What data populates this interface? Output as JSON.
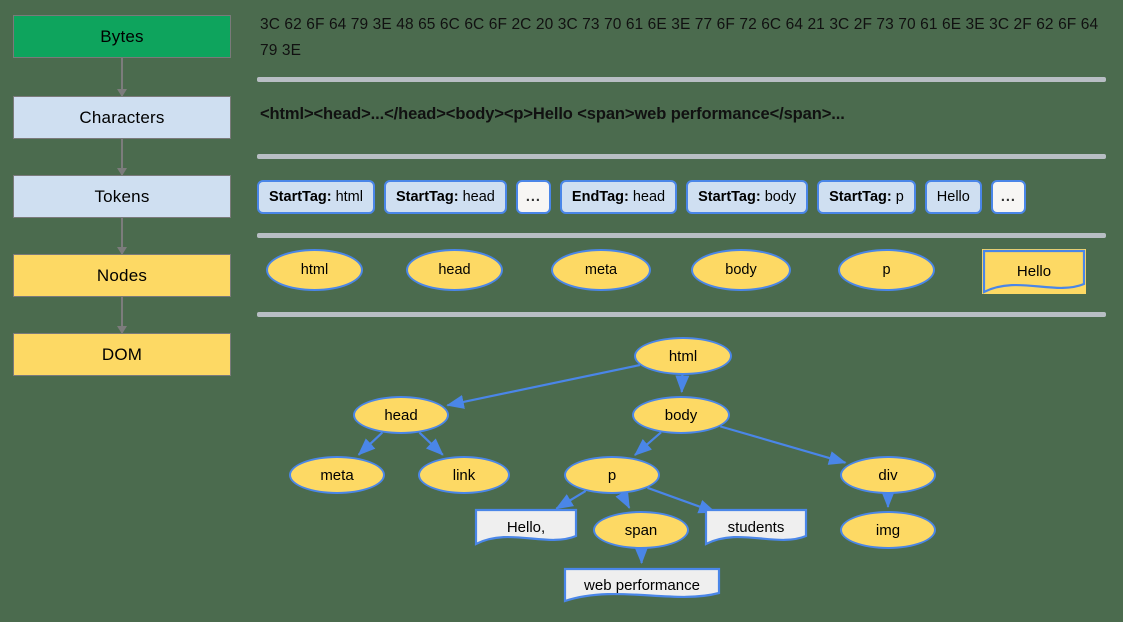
{
  "theme": {
    "background": "#4b6b4e",
    "green": "#0ea45d",
    "light_blue": "#cfdff1",
    "yellow": "#fdd964",
    "node_border": "#4a86e8",
    "separator": "#b8bec4",
    "arrow_gray": "#7c7c7c",
    "doc_white": "#efefef"
  },
  "pipeline": {
    "steps": [
      {
        "label": "Bytes",
        "style": "green"
      },
      {
        "label": "Characters",
        "style": "blue"
      },
      {
        "label": "Tokens",
        "style": "blue"
      },
      {
        "label": "Nodes",
        "style": "yellow"
      },
      {
        "label": "DOM",
        "style": "yellow"
      }
    ]
  },
  "bytes": {
    "text": "3C 62 6F 64 79 3E 48 65 6C 6C 6F 2C 20 3C 73 70 61 6E 3E 77 6F 72 6C 64 21 3C 2F 73 70 61 6E 3E 3C 2F 62 6F 64 79 3E"
  },
  "characters": {
    "text": "<html><head>...</head><body><p>Hello <span>web performance</span>..."
  },
  "tokens": {
    "items": [
      {
        "kind": "StartTag:",
        "value": "html",
        "plain": false
      },
      {
        "kind": "StartTag:",
        "value": "head",
        "plain": false
      },
      {
        "kind": "",
        "value": "...",
        "plain": true
      },
      {
        "kind": "EndTag:",
        "value": "head",
        "plain": false
      },
      {
        "kind": "StartTag:",
        "value": "body",
        "plain": false
      },
      {
        "kind": "StartTag:",
        "value": "p",
        "plain": false
      },
      {
        "kind": "",
        "value": "Hello",
        "plain": false
      },
      {
        "kind": "",
        "value": "...",
        "plain": true
      }
    ]
  },
  "nodes": {
    "items": [
      {
        "label": "html",
        "shape": "ellipse"
      },
      {
        "label": "head",
        "shape": "ellipse"
      },
      {
        "label": "meta",
        "shape": "ellipse"
      },
      {
        "label": "body",
        "shape": "ellipse"
      },
      {
        "label": "p",
        "shape": "ellipse"
      },
      {
        "label": "Hello",
        "shape": "document"
      }
    ]
  },
  "dom_tree": {
    "nodes": [
      {
        "id": "html",
        "label": "html",
        "shape": "ellipse"
      },
      {
        "id": "head",
        "label": "head",
        "shape": "ellipse"
      },
      {
        "id": "body",
        "label": "body",
        "shape": "ellipse"
      },
      {
        "id": "meta",
        "label": "meta",
        "shape": "ellipse"
      },
      {
        "id": "link",
        "label": "link",
        "shape": "ellipse"
      },
      {
        "id": "p",
        "label": "p",
        "shape": "ellipse"
      },
      {
        "id": "div",
        "label": "div",
        "shape": "ellipse"
      },
      {
        "id": "span",
        "label": "span",
        "shape": "ellipse"
      },
      {
        "id": "img",
        "label": "img",
        "shape": "ellipse"
      },
      {
        "id": "hello",
        "label": "Hello,",
        "shape": "document"
      },
      {
        "id": "students",
        "label": "students",
        "shape": "document"
      },
      {
        "id": "webperformance",
        "label": "web performance",
        "shape": "document"
      }
    ],
    "edges": [
      [
        "html",
        "head"
      ],
      [
        "html",
        "body"
      ],
      [
        "head",
        "meta"
      ],
      [
        "head",
        "link"
      ],
      [
        "body",
        "p"
      ],
      [
        "body",
        "div"
      ],
      [
        "p",
        "hello"
      ],
      [
        "p",
        "span"
      ],
      [
        "p",
        "students"
      ],
      [
        "span",
        "webperformance"
      ],
      [
        "div",
        "img"
      ]
    ]
  }
}
